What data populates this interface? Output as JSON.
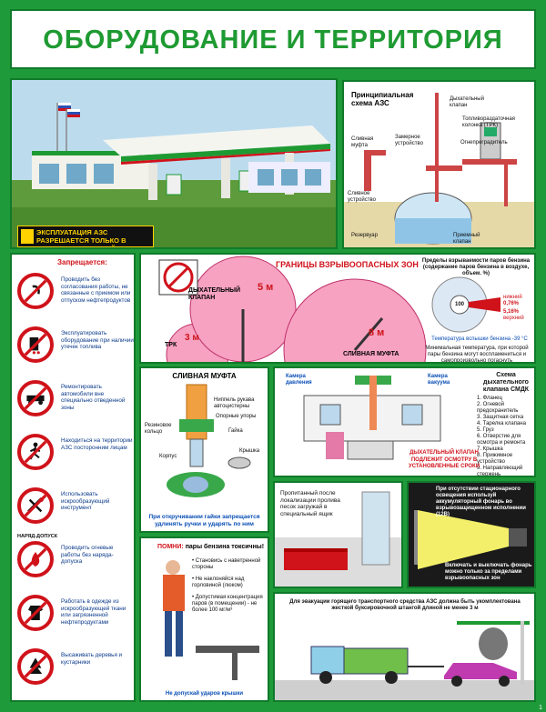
{
  "title": "ОБОРУДОВАНИЕ И ТЕРРИТОРИЯ",
  "photo": {
    "notice": "ЭКСПЛУАТАЦИЯ АЗС РАЗРЕШАЕТСЯ ТОЛЬКО В ПРИСУТСТВИИ НА НЕЙ НЕ МЕНЕЕ ДВУХ РАБОТНИКОВ"
  },
  "scheme": {
    "title": "Принципиальная схема АЗС",
    "labels": {
      "breather": "Дыхательный клапан",
      "dispenser": "Топливораздаточная колонка (ТРК)",
      "drain_coupling": "Сливная муфта",
      "gauge": "Замерное устройство",
      "flame_arrester": "Огнепреградитель",
      "drain_device": "Сливное устройство",
      "tank": "Резервуар",
      "intake_valve": "Приемный клапан"
    }
  },
  "forbidden": {
    "heading": "Запрещается:",
    "items": [
      {
        "icon": "hammer-sickle-icon",
        "text": "Проводить без согласования работы, не связанные с приемом или отпуском нефтепродуктов"
      },
      {
        "icon": "fuel-leak-icon",
        "text": "Эксплуатировать оборудование при наличии утечек топлива"
      },
      {
        "icon": "car-repair-icon",
        "text": "Ремонтировать автомобили вне специально отведенной зоны"
      },
      {
        "icon": "running-person-icon",
        "text": "Находиться на территории АЗС посторонним лицам"
      },
      {
        "icon": "sparking-tool-icon",
        "text": "Использовать искрообразующий инструмент"
      },
      {
        "icon": "fire-permit-icon",
        "label": "НАРЯД-ДОПУСК",
        "text": "Проводить огневые работы без наряда-допуска"
      },
      {
        "icon": "oily-clothes-icon",
        "text": "Работать в одежде из искрообразующей ткани или загрязненной нефтепродуктами"
      },
      {
        "icon": "tree-icon",
        "text": "Высаживать деревья и кустарники"
      }
    ]
  },
  "zones": {
    "title": "ГРАНИЦЫ ВЗРЫВООПАСНЫХ ЗОН",
    "breather_label": "ДЫХАТЕЛЬНЫЙ КЛАПАН",
    "breather_dist": "5 м",
    "trk_label": "ТРК",
    "trk_dist": "3 м",
    "mufta_label": "СЛИВНАЯ МУФТА",
    "mufta_dist": "8 м",
    "limits_title": "Пределы взрываемости паров бензина (содержание паров бензина в воздухе, объем. %)",
    "lower_val": "0,76%",
    "lower_label": "нижний",
    "upper_val": "5,16%",
    "upper_label": "верхний",
    "gauge_value": "100",
    "temp_note": "Температура вспышки бензина -39 °С",
    "min_temp_note": "Минимальная температура, при которой пары бензина могут воспламениться и самопроизвольно погаснуть"
  },
  "mufta": {
    "title": "СЛИВНАЯ МУФТА",
    "labels": [
      "Ниппель рукава автоцистерны",
      "Опорные упоры",
      "Резиновое кольцо",
      "Гайка",
      "Крышка",
      "Корпус"
    ],
    "caption": "При откручивании гайки запрещается удлинять ручки и ударять по ним"
  },
  "valve": {
    "title": "Схема дыхательного клапана СМДК",
    "chamber_pressure": "Камера давления",
    "chamber_vacuum": "Камера вакуума",
    "parts": [
      "1. Фланец",
      "2. Огневой предохранитель",
      "3. Защитная сетка",
      "4. Тарелка клапана",
      "5. Груз",
      "6. Отверстие для осмотра и ремонта",
      "7. Крышка",
      "8. Прижимное устройство",
      "9. Направляющий стержень"
    ],
    "caption": "ДЫХАТЕЛЬНЫЙ КЛАПАН ПОДЛЕЖИТ ОСМОТРУ В УСТАНОВЛЕННЫЕ СРОКИ"
  },
  "sand": {
    "text": "Пропитанный после локализации пролива песок загружай в специальный ящик"
  },
  "lamp": {
    "top": "При отсутствии стационарного освещения используй аккумуляторный фонарь во взрывозащищенном исполнении (12В)",
    "bottom": "Включать и выключать фонарь можно только за пределами взрывоопасных зон"
  },
  "worker": {
    "title_red": "ПОМНИ:",
    "title": "пары бензина токсичны!",
    "items": [
      "Становись с наветренной стороны",
      "Не наклоняйся над горловиной (люком)",
      "Допустимая концентрация паров (в помещении) - не более 100 мг/м³"
    ],
    "caption": "Не допускай ударов крышки"
  },
  "tow": {
    "text": "Для эвакуации горящего транспортного средства АЗС должна быть укомплектована жесткой буксировочной штангой длиной не менее 3 м"
  },
  "page_number": "1",
  "colors": {
    "brand_green": "#1f9a3a",
    "danger_red": "#d0121a",
    "info_blue": "#0a4fb5"
  }
}
